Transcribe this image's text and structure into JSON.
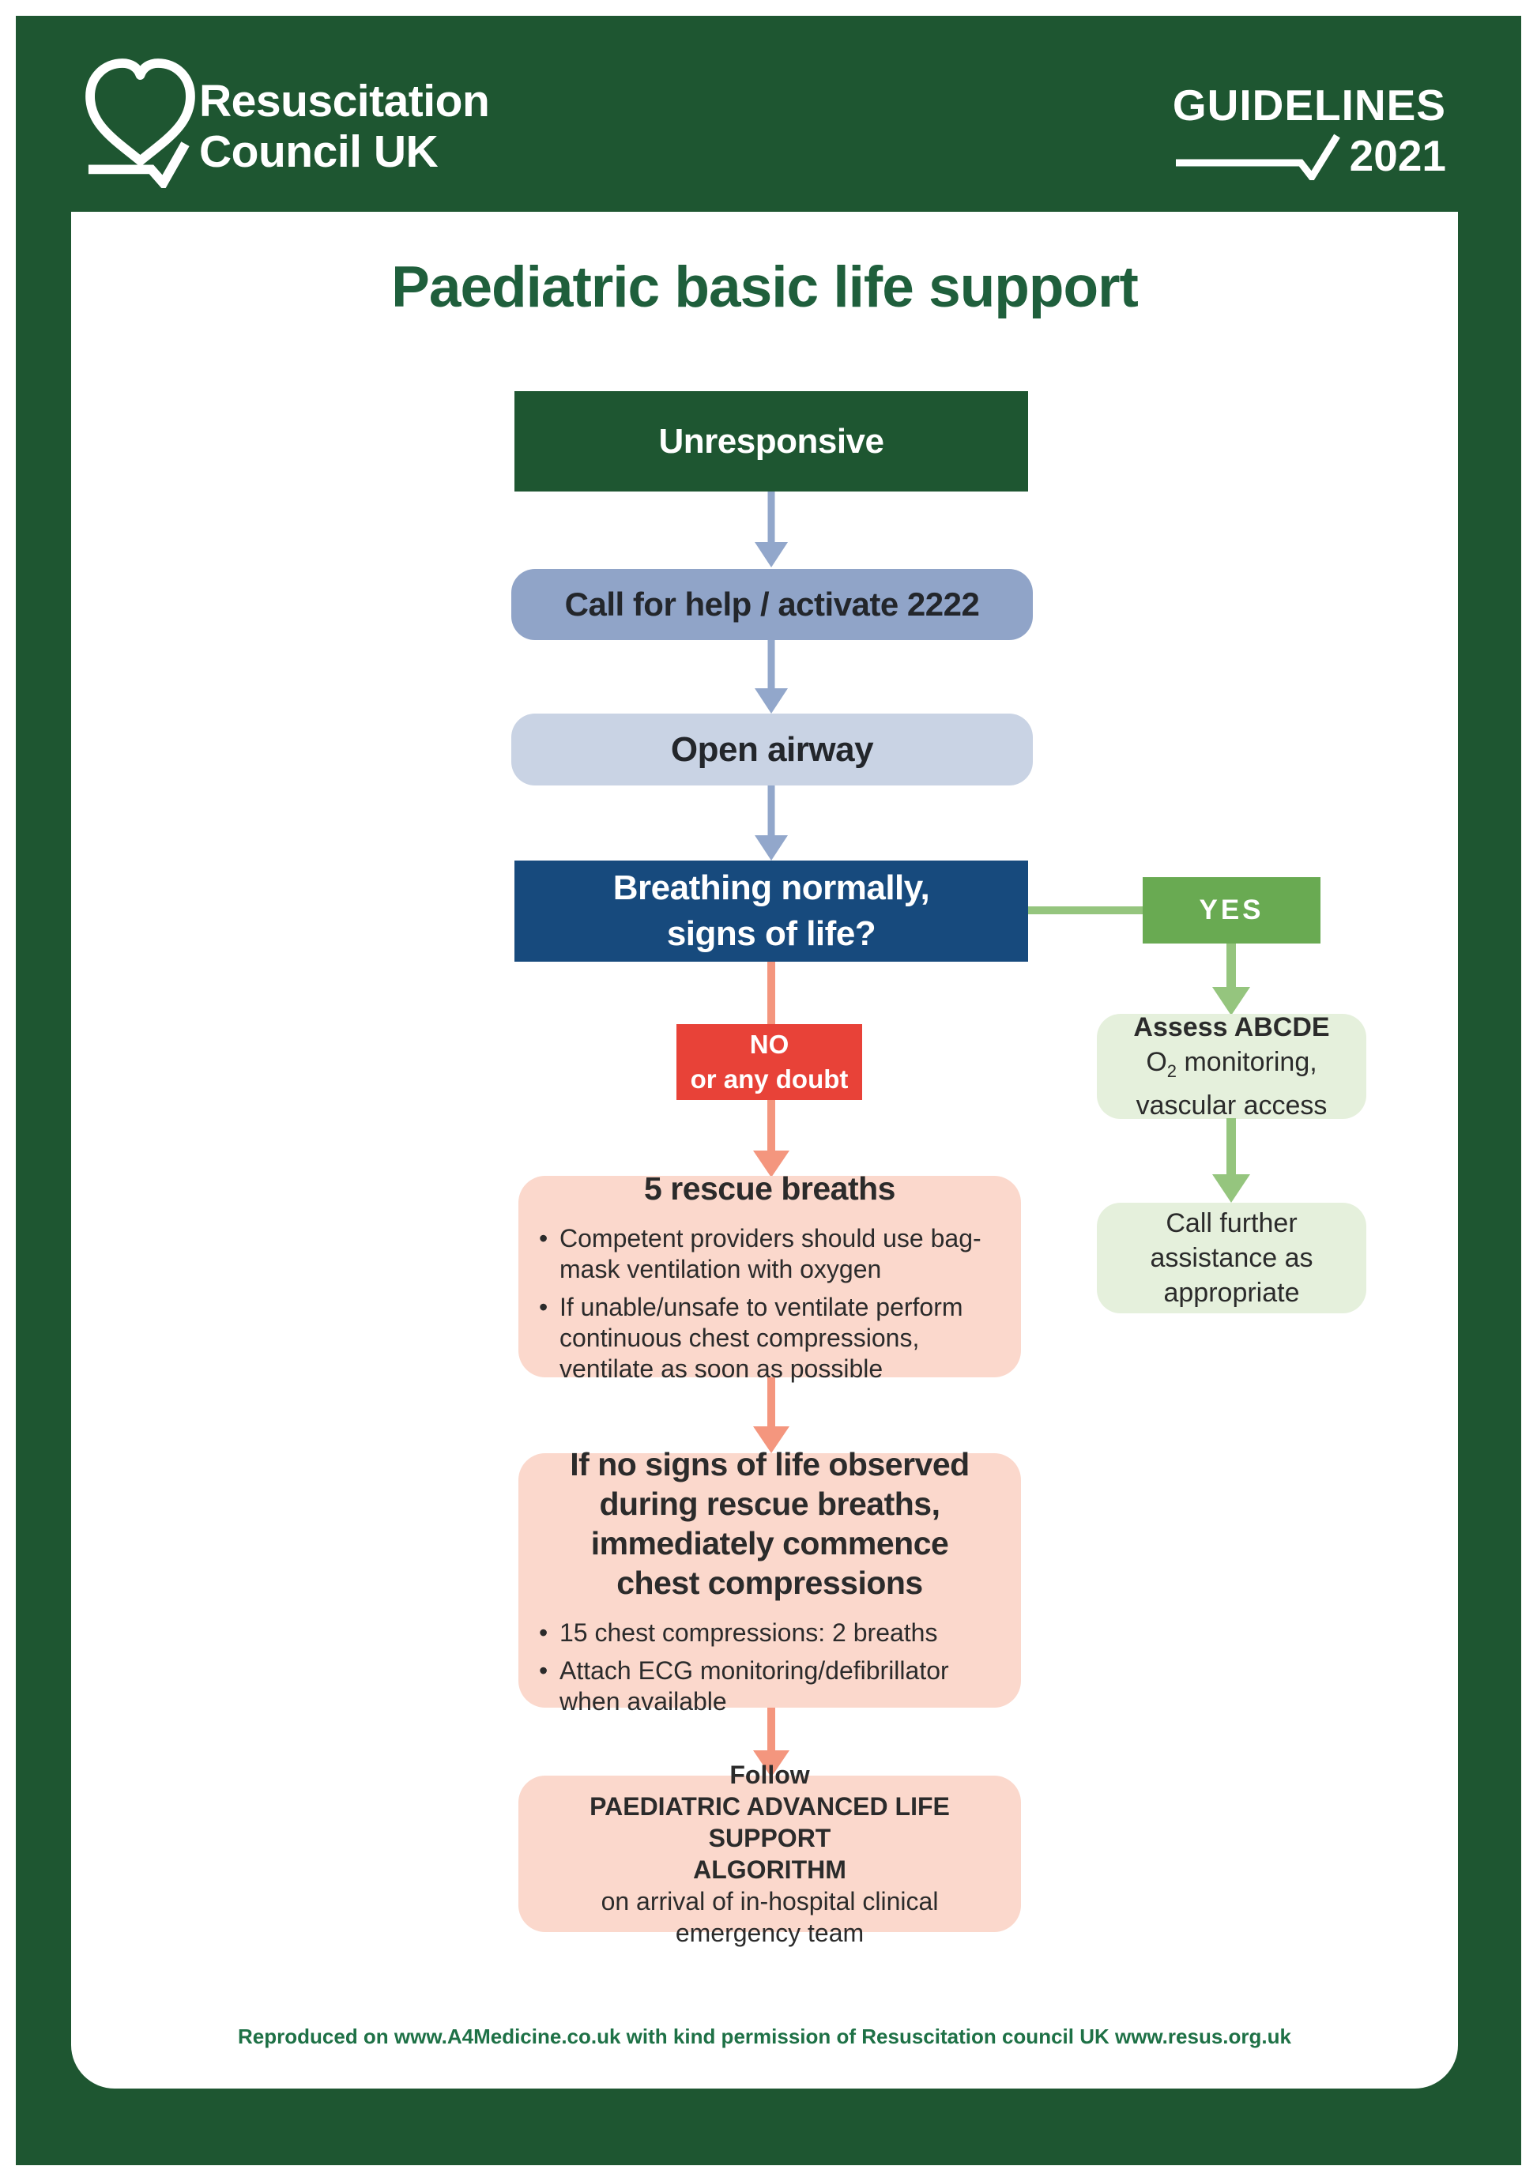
{
  "header": {
    "brand_line1": "Resuscitation",
    "brand_line2": "Council UK",
    "guidelines_label": "GUIDELINES",
    "guidelines_year": "2021"
  },
  "title": "Paediatric basic life support",
  "flowchart": {
    "unresponsive_label": "Unresponsive",
    "call_for_help_label": "Call for help / activate 2222",
    "open_airway_label": "Open airway",
    "breathing_line1": "Breathing normally,",
    "breathing_line2": "signs of life?",
    "yes_label": "YES",
    "no_line1": "NO",
    "no_line2": "or any doubt",
    "assess": {
      "heading": "Assess ABCDE",
      "o2_prefix": "O",
      "o2_sub": "2",
      "o2_suffix": " monitoring,",
      "line3": "vascular access"
    },
    "call_further": {
      "line1": "Call further",
      "line2": "assistance as",
      "line3": "appropriate"
    },
    "rescue_breaths": {
      "heading": "5 rescue breaths",
      "bullets": [
        "Competent providers should use bag-mask ventilation with oxygen",
        "If unable/unsafe to ventilate perform continuous chest compressions, ventilate as soon as possible"
      ]
    },
    "no_signs": {
      "heading_lines": [
        "If no signs of life observed",
        "during rescue breaths,",
        "immediately commence",
        "chest compressions"
      ],
      "bullets": [
        "15 chest compressions: 2 breaths",
        "Attach ECG monitoring/defibrillator when available"
      ]
    },
    "follow": {
      "line1": "Follow",
      "line2": "PAEDIATRIC ADVANCED LIFE SUPPORT",
      "line3": "ALGORITHM",
      "line4": "on arrival of in-hospital clinical",
      "line5": "emergency team"
    }
  },
  "footer_text": "Reproduced on www.A4Medicine.co.uk with kind permission of Resuscitation council UK www.resus.org.uk",
  "colors": {
    "frame_green": "#1E5631",
    "title_green": "#1F5F3C",
    "navy": "#174A7D",
    "steel_blue": "#90A4C8",
    "light_steel": "#C9D3E4",
    "arrow_blue": "#92A7CB",
    "yes_green": "#69AA52",
    "arrow_green": "#95C57E",
    "light_green_box": "#E5F0DC",
    "no_red": "#E84238",
    "arrow_salmon": "#F4967E",
    "pink_box": "#FBD8CC",
    "footer_green": "#1E7146",
    "dark_text": "#2B2B2B"
  }
}
